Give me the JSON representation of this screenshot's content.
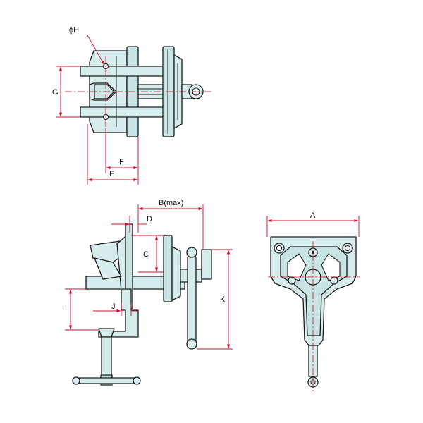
{
  "labels": {
    "phiH": "ϕH",
    "G": "G",
    "F": "F",
    "E": "E",
    "B": "B(max)",
    "D": "D",
    "C": "C",
    "I": "I",
    "J": "J",
    "K": "K",
    "A": "A"
  },
  "colors": {
    "part_fill": "#d7ecec",
    "outline": "#1b1b1b",
    "dimension_lines": "#c8102e"
  }
}
